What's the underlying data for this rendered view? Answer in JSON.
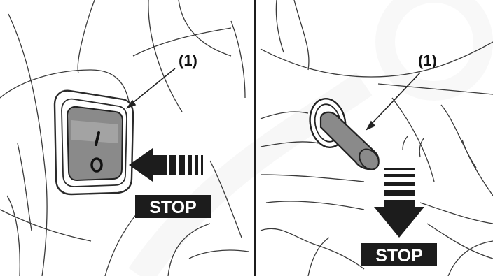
{
  "figure": {
    "left_panel": {
      "callout_label": "(1)",
      "stop_label": "STOP",
      "switch_on_symbol": "I",
      "switch_off_symbol": "O",
      "arrow_direction": "left"
    },
    "right_panel": {
      "callout_label": "(1)",
      "stop_label": "STOP",
      "arrow_direction": "down"
    }
  },
  "colors": {
    "line_art": "#2a2a2a",
    "switch_fill": "#8a8a8a",
    "label_fill": "#1c1c1c",
    "label_text": "#ffffff",
    "watermark": "#f2f2f2"
  }
}
